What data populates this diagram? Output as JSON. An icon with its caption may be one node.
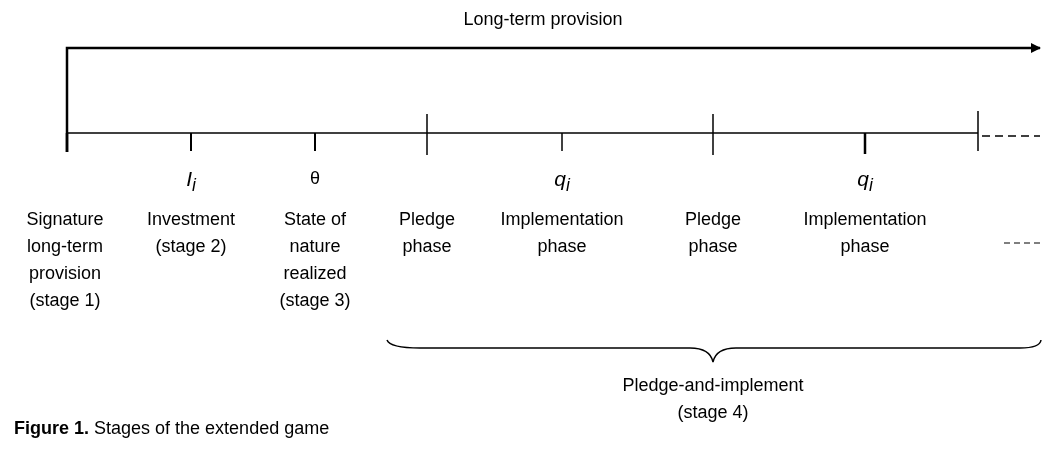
{
  "diagram": {
    "caption": "**Figure 1.** Stages of the extended game",
    "labels": [
      "Long-term provision",
      "I$_{i}$",
      "θ",
      "q$_{i}$",
      "q$_{i}$",
      "Signature long-term provision (stage 1)",
      "Investment (stage 2)",
      "State of nature realized (stage 3)",
      "Pledge phase",
      "Implementation phase",
      "Pledge phase",
      "Implementation phase",
      "Pledge-and-implement (stage 4)"
    ]
  }
}
